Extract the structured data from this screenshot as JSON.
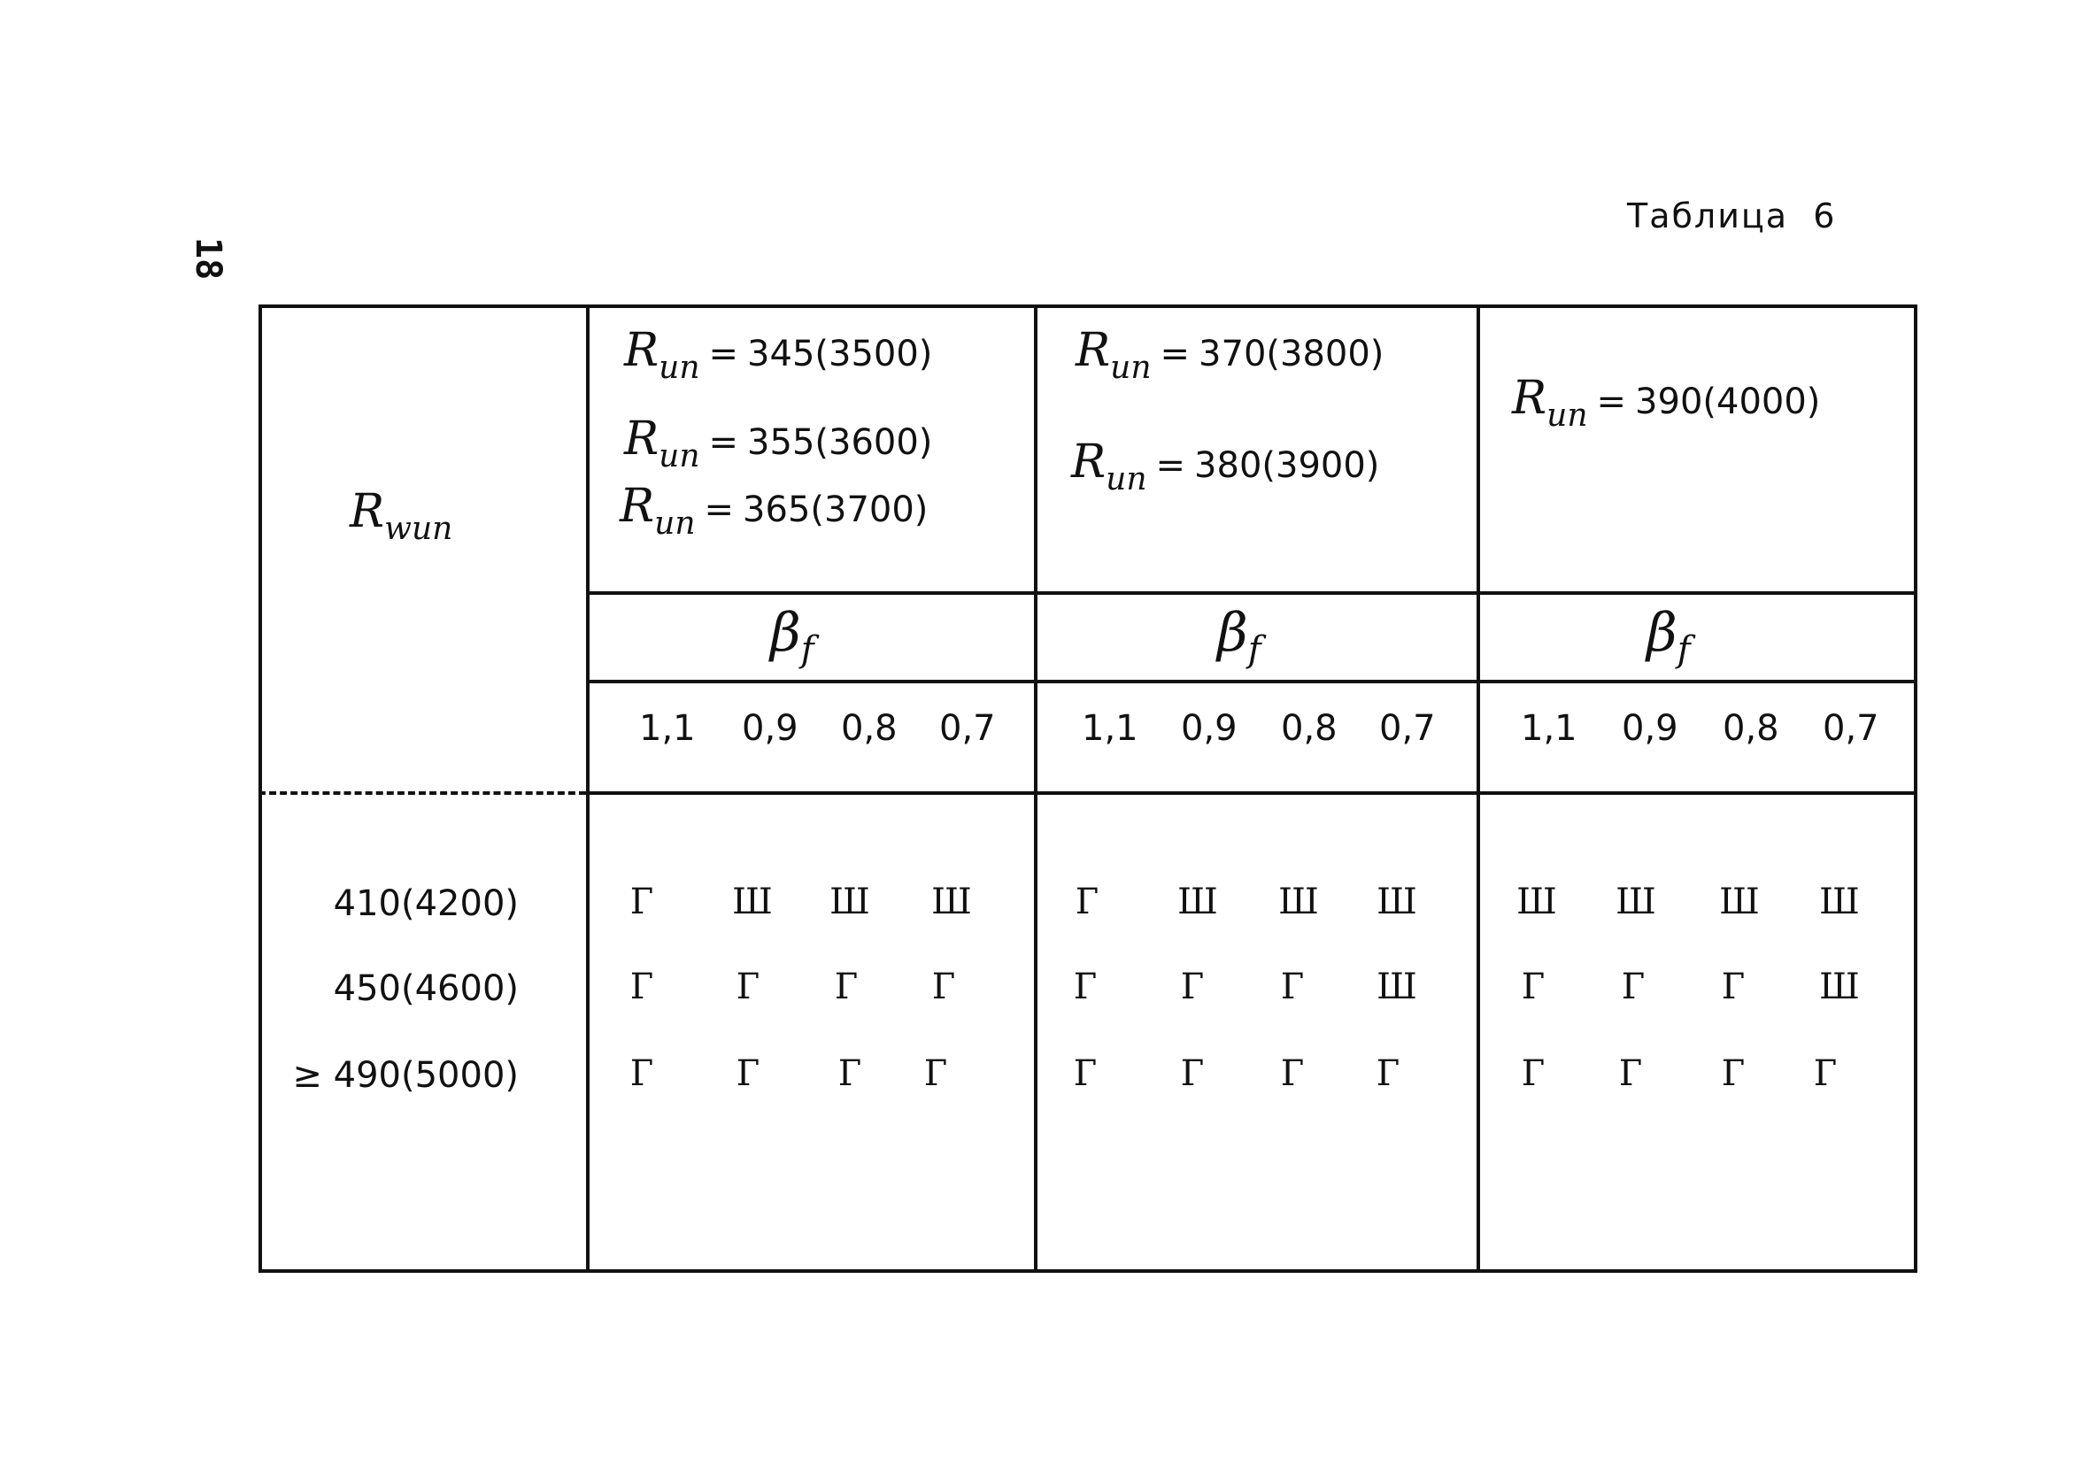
{
  "page_number": "18",
  "caption": "Таблица  6",
  "row_header": {
    "symbol": "R",
    "subscript": "wun"
  },
  "groups": [
    {
      "conditions": [
        {
          "symbol": "R",
          "subscript": "un",
          "eq": "=",
          "value": "345(3500)"
        },
        {
          "symbol": "R",
          "subscript": "un",
          "eq": "=",
          "value": "355(3600)"
        },
        {
          "symbol": "R",
          "subscript": "un",
          "eq": "=",
          "value": "365(3700)"
        }
      ],
      "beta": {
        "symbol": "β",
        "subscript": "f"
      },
      "coefficients": [
        "1,1",
        "0,9",
        "0,8",
        "0,7"
      ]
    },
    {
      "conditions": [
        {
          "symbol": "R",
          "subscript": "un",
          "eq": "=",
          "value": "370(3800)"
        },
        {
          "symbol": "R",
          "subscript": "un",
          "eq": "=",
          "value": "380(3900)"
        }
      ],
      "beta": {
        "symbol": "β",
        "subscript": "f"
      },
      "coefficients": [
        "1,1",
        "0,9",
        "0,8",
        "0,7"
      ]
    },
    {
      "conditions": [
        {
          "symbol": "R",
          "subscript": "un",
          "eq": "=",
          "value": "390(4000)"
        }
      ],
      "beta": {
        "symbol": "β",
        "subscript": "f"
      },
      "coefficients": [
        "1,1",
        "0,9",
        "0,8",
        "0,7"
      ]
    }
  ],
  "rows": [
    {
      "label": "410(4200)",
      "values": [
        "Г",
        "Ш",
        "Ш",
        "Ш",
        "Г",
        "Ш",
        "Ш",
        "Ш",
        "Ш",
        "Ш",
        "Ш",
        "Ш"
      ]
    },
    {
      "label": "450(4600)",
      "values": [
        "Г",
        "Г",
        "Г",
        "Г",
        "Г",
        "Г",
        "Г",
        "Ш",
        "Г",
        "Г",
        "Г",
        "Ш"
      ]
    },
    {
      "label": "≥ 490(5000)",
      "values": [
        "Г",
        "Г",
        "Г",
        "Г",
        "Г",
        "Г",
        "Г",
        "Г",
        "Г",
        "Г",
        "Г",
        "Г"
      ]
    }
  ]
}
